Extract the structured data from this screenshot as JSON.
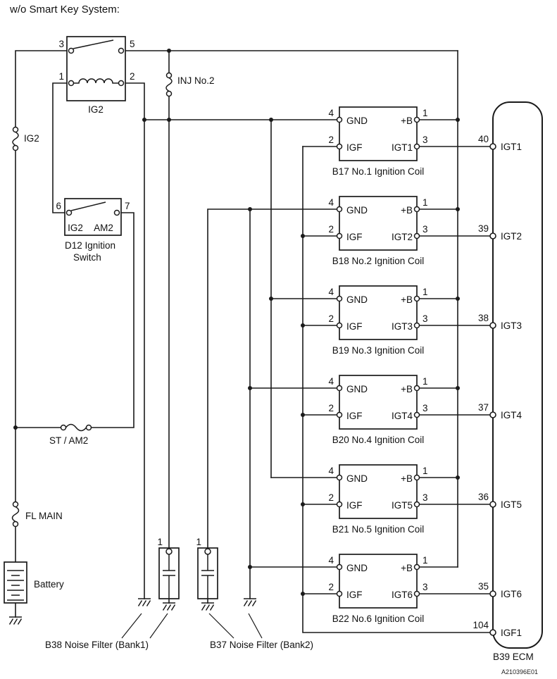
{
  "title": "w/o Smart Key System:",
  "relay": {
    "name": "IG2",
    "t3": "3",
    "t5": "5",
    "t1": "1",
    "t2": "2"
  },
  "fuses": {
    "ig2": "IG2",
    "inj_no2": "INJ No.2",
    "st_am2": "ST / AM2",
    "fl_main": "FL MAIN"
  },
  "ignition_switch": {
    "t6": "6",
    "t7": "7",
    "contact_ig2": "IG2",
    "contact_am2": "AM2",
    "caption1": "D12 Ignition",
    "caption2": "Switch"
  },
  "battery": {
    "label": "Battery"
  },
  "noise_filters": [
    {
      "terminal": "1",
      "label": "B38  Noise Filter (Bank1)"
    },
    {
      "terminal": "1",
      "label": "B37  Noise Filter (Bank2)"
    }
  ],
  "coils": [
    {
      "caption": "B17  No.1 Ignition Coil",
      "gnd": "GND",
      "b": "+B",
      "igf": "IGF",
      "igt": "IGT1",
      "t_gnd": "4",
      "t_b": "1",
      "t_igf": "2",
      "t_igt": "3",
      "ecm_pin": "40"
    },
    {
      "caption": "B18  No.2 Ignition Coil",
      "gnd": "GND",
      "b": "+B",
      "igf": "IGF",
      "igt": "IGT2",
      "t_gnd": "4",
      "t_b": "1",
      "t_igf": "2",
      "t_igt": "3",
      "ecm_pin": "39"
    },
    {
      "caption": "B19  No.3 Ignition Coil",
      "gnd": "GND",
      "b": "+B",
      "igf": "IGF",
      "igt": "IGT3",
      "t_gnd": "4",
      "t_b": "1",
      "t_igf": "2",
      "t_igt": "3",
      "ecm_pin": "38"
    },
    {
      "caption": "B20  No.4 Ignition Coil",
      "gnd": "GND",
      "b": "+B",
      "igf": "IGF",
      "igt": "IGT4",
      "t_gnd": "4",
      "t_b": "1",
      "t_igf": "2",
      "t_igt": "3",
      "ecm_pin": "37"
    },
    {
      "caption": "B21  No.5 Ignition Coil",
      "gnd": "GND",
      "b": "+B",
      "igf": "IGF",
      "igt": "IGT5",
      "t_gnd": "4",
      "t_b": "1",
      "t_igf": "2",
      "t_igt": "3",
      "ecm_pin": "36"
    },
    {
      "caption": "B22  No.6 Ignition Coil",
      "gnd": "GND",
      "b": "+B",
      "igf": "IGF",
      "igt": "IGT6",
      "t_gnd": "4",
      "t_b": "1",
      "t_igf": "2",
      "t_igt": "3",
      "ecm_pin": "35"
    }
  ],
  "ecm": {
    "caption": "B39  ECM",
    "igf_number": "104",
    "igf_name": "IGF1"
  },
  "watermark": "A210396E01",
  "colors": {
    "line": "#1a1a1a"
  }
}
